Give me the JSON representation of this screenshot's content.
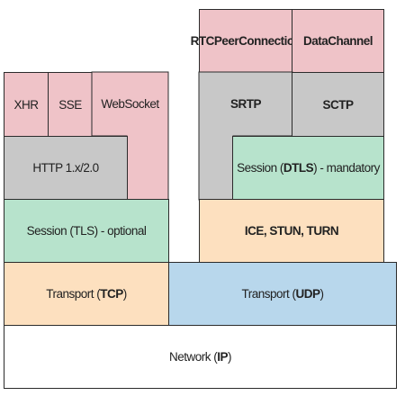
{
  "colors": {
    "pink": "#efc3c8",
    "gray": "#c8c8c8",
    "green": "#b7e3cc",
    "orange": "#fde0bf",
    "blue": "#b8d7ec",
    "white": "#ffffff",
    "border": "#2b2b2b"
  },
  "left_stack": {
    "xhr": "XHR",
    "sse": "SSE",
    "websocket": "WebSocket",
    "http": "HTTP 1.x/2.0",
    "session_tls": "Session (TLS) - optional",
    "transport_tcp_prefix": "Transport (",
    "transport_tcp_bold": "TCP",
    "transport_tcp_suffix": ")"
  },
  "right_stack": {
    "rtcpeerconnection": "RTCPeerConnection",
    "datachannel": "DataChannel",
    "srtp": "SRTP",
    "sctp": "SCTP",
    "session_dtls_prefix": "Session (",
    "session_dtls_bold": "DTLS",
    "session_dtls_suffix": ") - mandatory",
    "ice_stun_turn": "ICE, STUN, TURN",
    "transport_udp_prefix": "Transport (",
    "transport_udp_bold": "UDP",
    "transport_udp_suffix": ")"
  },
  "network": {
    "prefix": "Network (",
    "bold": "IP",
    "suffix": ")"
  }
}
